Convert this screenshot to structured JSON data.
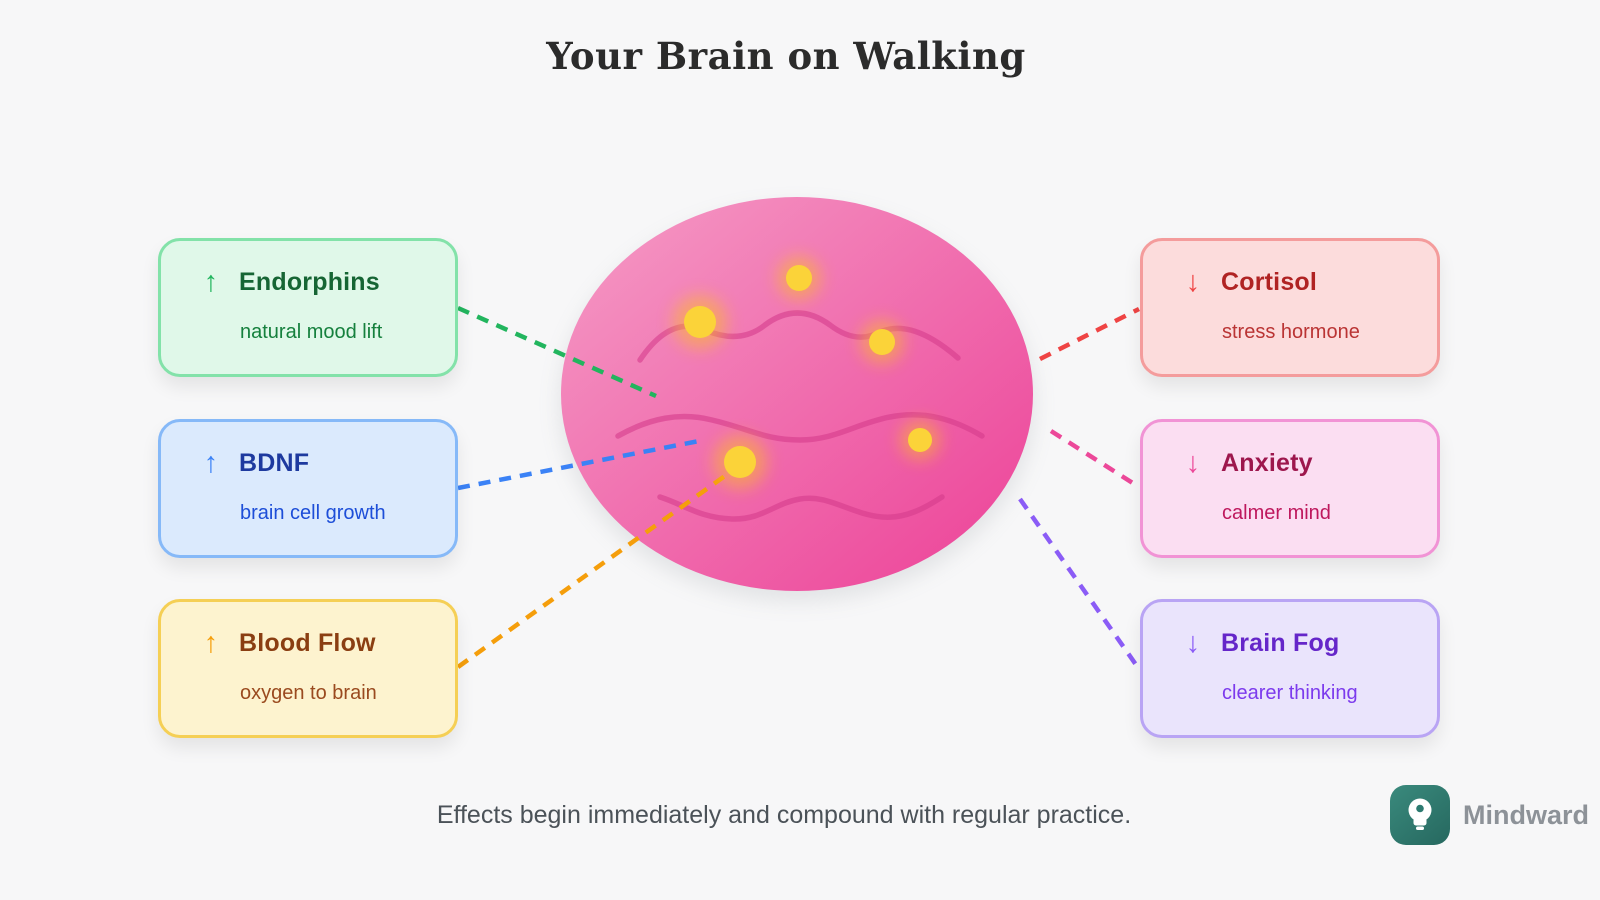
{
  "title": "Your Brain on Walking",
  "caption": "Effects begin immediately and compound with regular practice.",
  "brand": {
    "name": "Mindward",
    "icon": "lightbulb-icon"
  },
  "cards": {
    "left": [
      {
        "arrow": "↑",
        "title": "Endorphins",
        "subtitle": "natural mood lift",
        "theme": "green"
      },
      {
        "arrow": "↑",
        "title": "BDNF",
        "subtitle": "brain cell growth",
        "theme": "blue"
      },
      {
        "arrow": "↑",
        "title": "Blood Flow",
        "subtitle": "oxygen to brain",
        "theme": "yellow"
      }
    ],
    "right": [
      {
        "arrow": "↓",
        "title": "Cortisol",
        "subtitle": "stress hormone",
        "theme": "red"
      },
      {
        "arrow": "↓",
        "title": "Anxiety",
        "subtitle": "calmer mind",
        "theme": "pink"
      },
      {
        "arrow": "↓",
        "title": "Brain Fog",
        "subtitle": "clearer thinking",
        "theme": "purple"
      }
    ]
  },
  "colors": {
    "background": "#f7f7f8",
    "brain_gradient_start": "#f59cc6",
    "brain_gradient_end": "#ec4097",
    "brain_fold": "#d63c8c",
    "spark_yellow": "#fbd339",
    "green_accent": "#22b55e",
    "blue_accent": "#3b82f6",
    "yellow_accent": "#f59e0b",
    "red_accent": "#ef4444",
    "pink_accent": "#ec4899",
    "purple_accent": "#8b5cf6",
    "brand_teal": "#2c7a70"
  }
}
